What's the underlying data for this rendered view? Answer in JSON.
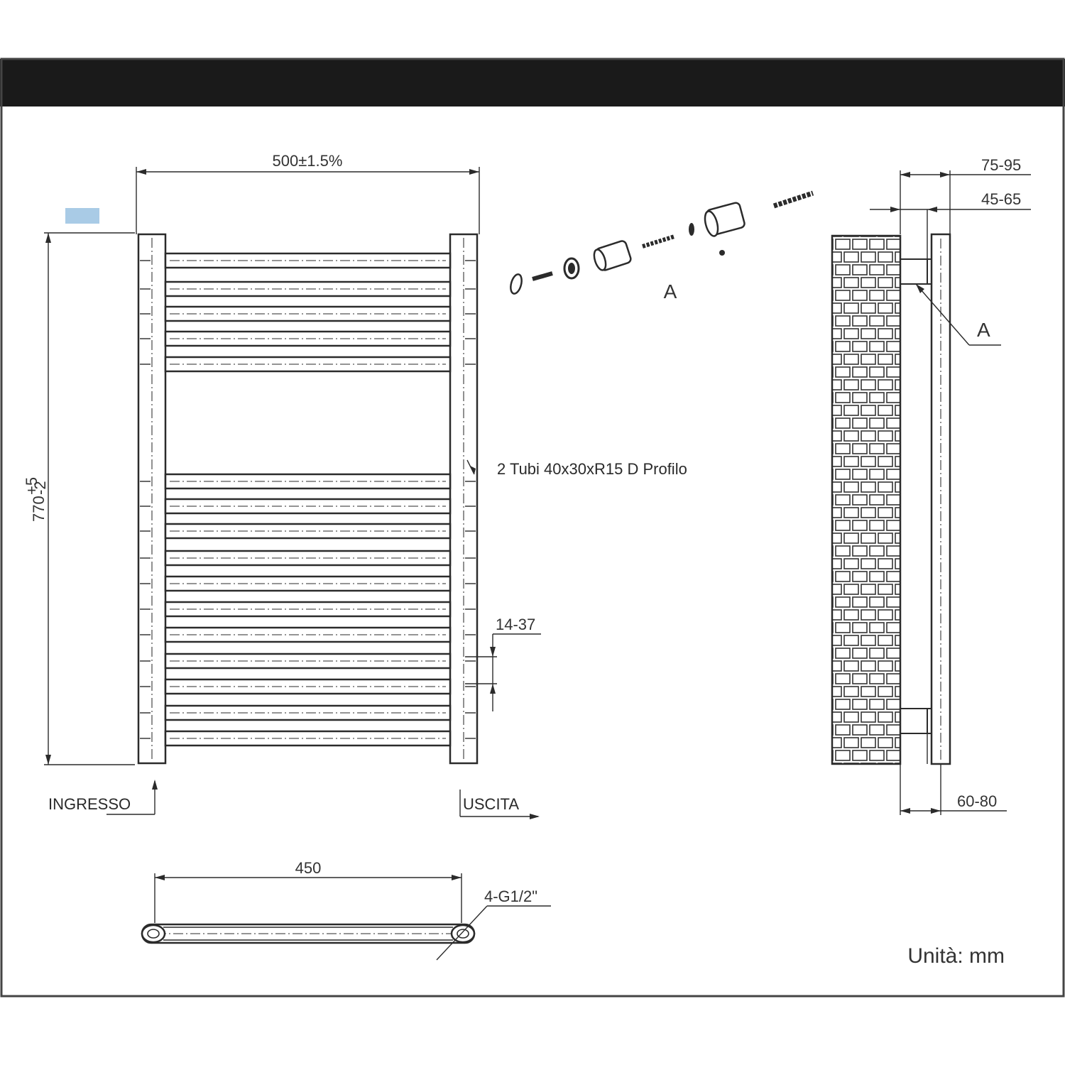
{
  "drawing": {
    "width_dim": "500±1.5%",
    "height_dim_base": "770",
    "height_dim_tol_upper": "+5",
    "height_dim_tol_lower": "-2",
    "tube_note": "2 Tubi 40x30xR15 D Profilo",
    "bar_spacing_dim": "14-37",
    "inlet_label": "INGRESSO",
    "outlet_label": "USCITA",
    "bottom_width_dim": "450",
    "connection_dim": "4-G1/2\"",
    "detail_label": "A",
    "side_detail_label": "A",
    "side_dim_1": "75-95",
    "side_dim_2": "45-65",
    "side_dim_3": "60-80",
    "units": "Unità: mm"
  },
  "colors": {
    "header_bar": "#1a1a1a",
    "inlet_marker": "#a9cbe6",
    "line": "#2b2b2b"
  },
  "icons": {
    "inlet_arrow": "arrow-up-icon",
    "outlet_arrow": "arrow-right-icon",
    "wall_pattern": "brick-wall-icon"
  }
}
